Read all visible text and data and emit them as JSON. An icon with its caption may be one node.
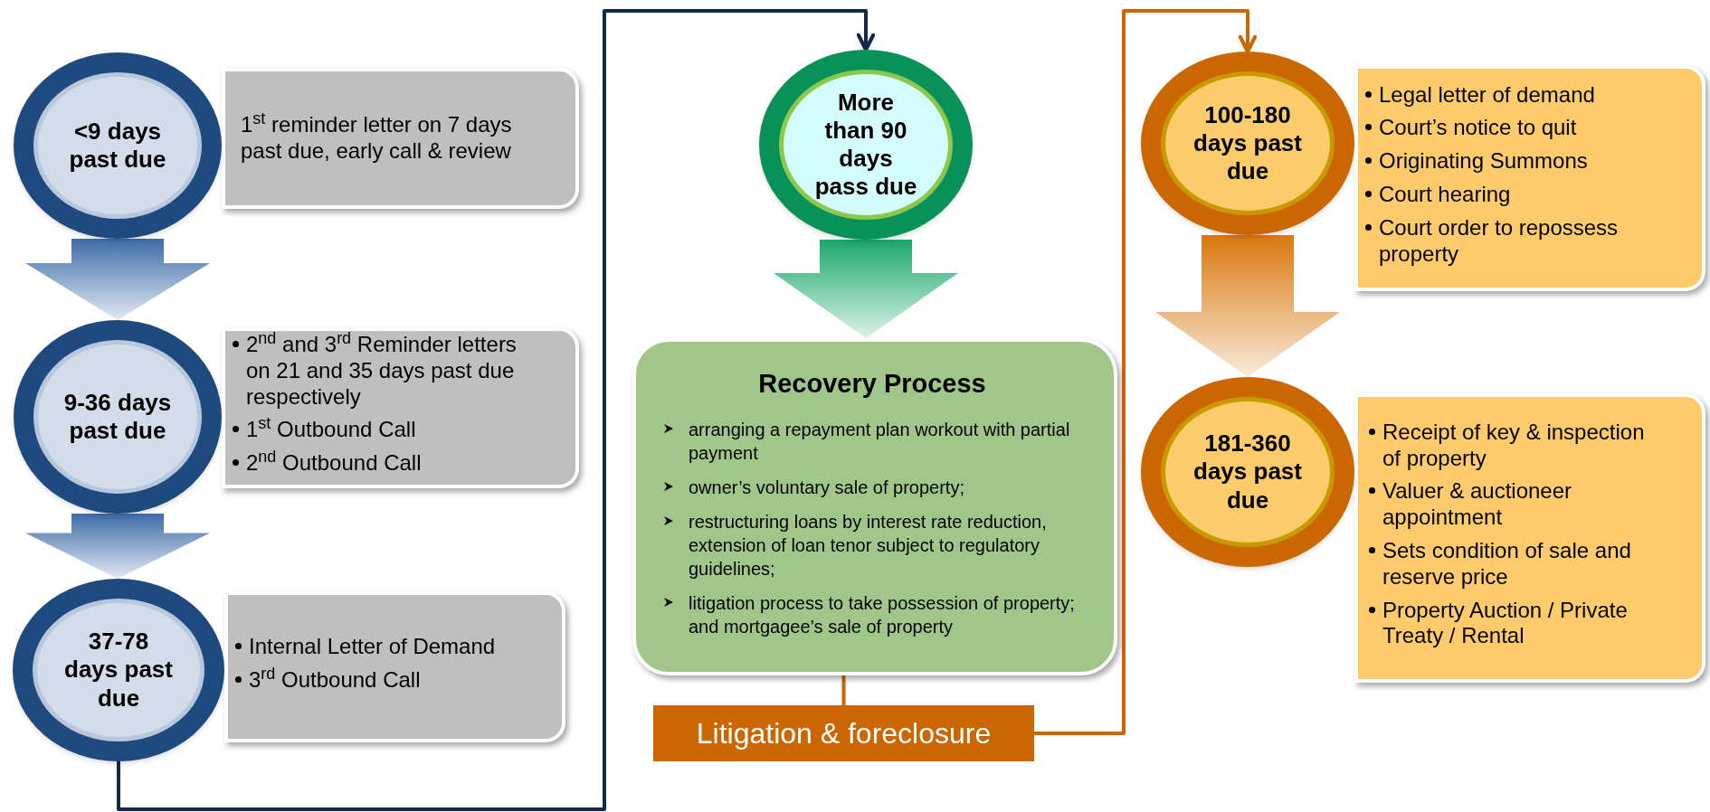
{
  "diagram": {
    "nodes": [
      {
        "text": [
          "<9 days past due"
        ]
      },
      {
        "text": [
          "1$^{st}$ reminder letter on 7 days past due, early call & review"
        ]
      },
      {
        "text": [
          "9-36 days past due"
        ]
      },
      {
        "text": [
          "2$^{nd}$ and 3$^{rd}$ Reminder letters on 21 and 35 days past due respectively",
          "1$^{st}$ Outbound Call",
          "2$^{nd}$ Outbound Call"
        ]
      },
      {
        "text": [
          "37-78 days past due"
        ]
      },
      {
        "text": [
          "Internal Letter of Demand",
          "3$^{rd}$ Outbound Call"
        ]
      },
      {
        "text": [
          "More than 90 days pass due"
        ]
      },
      {
        "text": [
          "Recovery Process",
          "arranging a repayment plan workout with partial payment",
          "owner’s voluntary sale of property;",
          "restructuring loans by interest rate reduction, extension of loan tenor subject to regulatory guidelines;",
          "litigation process to take possession of property; and mortgagee’s sale of property"
        ]
      },
      {
        "text": [
          "Litigation & foreclosure"
        ]
      },
      {
        "text": [
          "100-180 days past due"
        ]
      },
      {
        "text": [
          "Legal letter of demand",
          "Court’s notice to quit",
          "Originating Summons",
          "Court hearing",
          "Court order to repossess property"
        ]
      },
      {
        "text": [
          "181-360 days past due"
        ]
      },
      {
        "text": [
          "Receipt of key & inspection of property",
          "Valuer & auctioneer appointment",
          "Sets condition of sale and reserve price",
          "Property Auction / Private Treaty / Rental"
        ]
      }
    ],
    "edges": [
      {
        "from": 0,
        "to": 2,
        "arrow": "to",
        "style": "thick",
        "color": "#3d6da8"
      },
      {
        "from": 2,
        "to": 4,
        "arrow": "to",
        "style": "thick",
        "color": "#3d6da8"
      },
      {
        "from": 4,
        "to": 6,
        "arrow": "to",
        "color": "#13294b"
      },
      {
        "from": 6,
        "to": 7,
        "arrow": "to",
        "style": "thick",
        "color": "#1aa86a"
      },
      {
        "from": 7,
        "to": 8,
        "arrow": "none",
        "color": "#cc6600"
      },
      {
        "from": 8,
        "to": 9,
        "arrow": "to",
        "color": "#cc6600"
      },
      {
        "from": 9,
        "to": 11,
        "arrow": "to",
        "style": "thick",
        "color": "#d9790f"
      }
    ]
  }
}
